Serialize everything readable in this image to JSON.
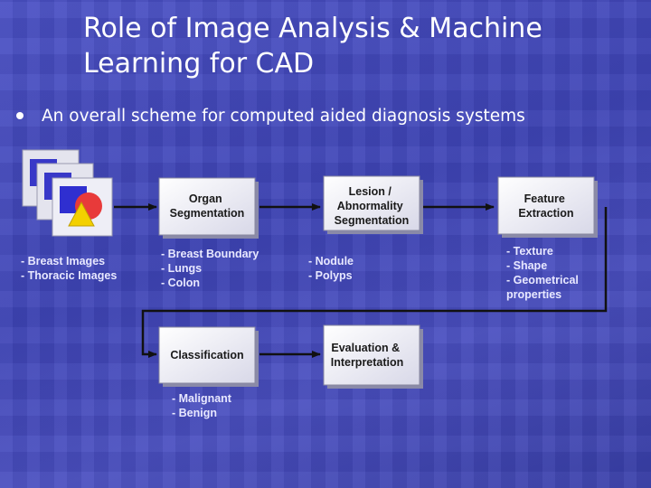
{
  "slide": {
    "title": "Role of Image Analysis & Machine\nLearning for CAD",
    "bullet": "An overall scheme for computed aided diagnosis systems"
  },
  "diagram": {
    "boxes": {
      "organ": [
        "Organ",
        "Segmentation"
      ],
      "lesion": [
        "Lesion /",
        "Abnormality",
        "Segmentation"
      ],
      "feature": [
        "Feature",
        "Extraction"
      ],
      "classification": [
        "Classification"
      ],
      "evaluation": [
        "Evaluation &",
        "Interpretation"
      ]
    },
    "labels": {
      "images": [
        "- Breast Images",
        "- Thoracic Images"
      ],
      "organ": [
        "- Breast Boundary",
        "- Lungs",
        "- Colon"
      ],
      "lesion": [
        "- Nodule",
        "- Polyps"
      ],
      "feature": [
        "- Texture",
        "- Shape",
        "- Geometrical",
        "properties"
      ],
      "classification": [
        "- Malignant",
        "- Benign"
      ]
    }
  }
}
